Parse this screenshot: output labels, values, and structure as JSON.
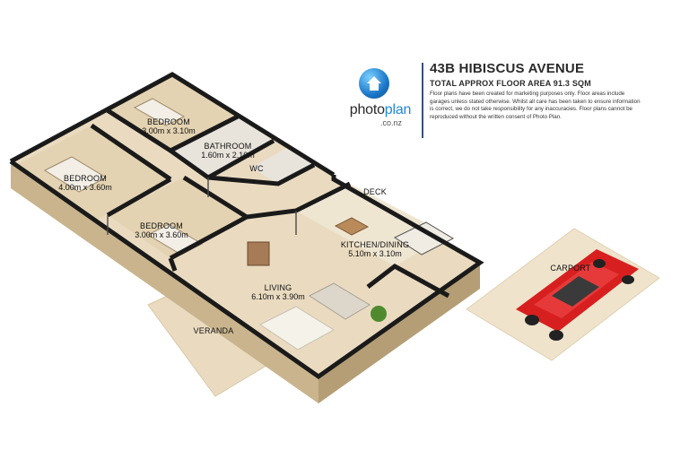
{
  "header": {
    "address": "43B HIBISCUS AVENUE",
    "floor_area": "TOTAL APPROX FLOOR AREA 91.3 SQM",
    "disclaimer": "Floor plans have been created for marketing purposes only. Floor areas include garages unless stated otherwise. Whilst all care has been taken to ensure information is correct, we do not take responsibility for any inaccuracies. Floor plans cannot be reproduced without the written consent of Photo Plan."
  },
  "logo": {
    "brand_main": "photo",
    "brand_accent": "plan",
    "domain": ".co.nz",
    "icon": "house-globe-icon"
  },
  "rooms": {
    "bedroom_top": {
      "name": "BEDROOM",
      "dims": "3.00m x 3.10m"
    },
    "bathroom": {
      "name": "BATHROOM",
      "dims": "1.60m x 2.10m"
    },
    "wc": {
      "name": "WC"
    },
    "bedroom_left": {
      "name": "BEDROOM",
      "dims": "4.00m x 3.60m"
    },
    "bedroom_mid": {
      "name": "BEDROOM",
      "dims": "3.00m x 3.60m"
    },
    "deck": {
      "name": "DECK"
    },
    "kitchen_dining": {
      "name": "KITCHEN/DINING",
      "dims": "5.10m x 3.10m"
    },
    "living": {
      "name": "LIVING",
      "dims": "6.10m x 3.90m"
    },
    "veranda": {
      "name": "VERANDA"
    },
    "carport": {
      "name": "CARPORT"
    }
  },
  "colors": {
    "floor": "#eadbc0",
    "wall_top": "#1a1a1a",
    "wall_side": "#c9b48e",
    "carport_pad": "#efe3cc",
    "car": "#d81f1f",
    "accent_blue": "#1f8ad8",
    "divider": "#3c4f7b"
  }
}
